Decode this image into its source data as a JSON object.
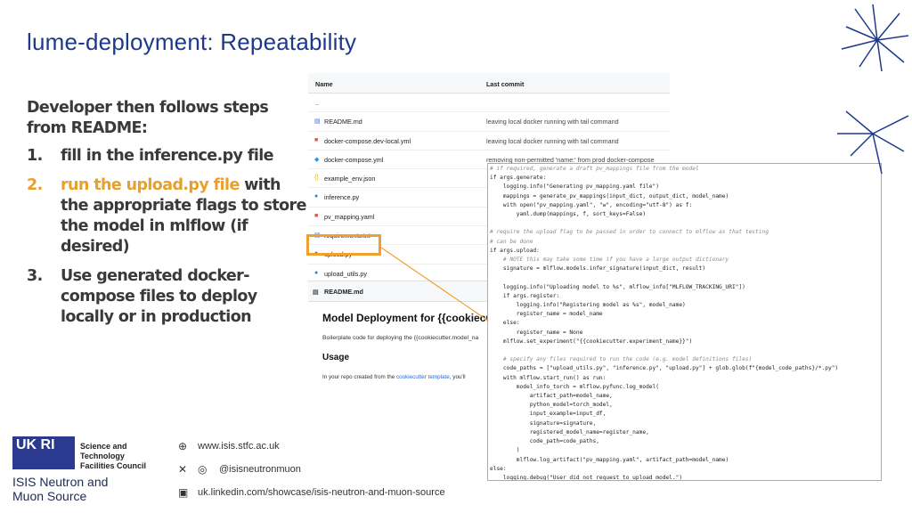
{
  "title": "lume-deployment: Repeatability",
  "intro": "Developer then follows steps from README:",
  "steps": [
    {
      "num": "1.",
      "text": "fill in the inference.py file"
    },
    {
      "num": "2.",
      "highlight": "run the upload.py file",
      "rest": " with the appropriate flags to store the model in mlflow (if desired)"
    },
    {
      "num": "3.",
      "text": "Use generated docker-compose files to deploy locally or in production"
    }
  ],
  "repo": {
    "header_name": "Name",
    "header_commit": "Last commit",
    "dots": "..",
    "rows": [
      {
        "name": "README.md",
        "msg": "leaving local docker running with tail command"
      },
      {
        "name": "docker-compose.dev-local.yml",
        "msg": "leaving local docker running with tail command"
      },
      {
        "name": "docker-compose.yml",
        "msg": "removing non-permitted 'name:' from prod docker-compose"
      },
      {
        "name": "example_env.json",
        "msg": ""
      },
      {
        "name": "inference.py",
        "msg": ""
      },
      {
        "name": "pv_mapping.yaml",
        "msg": ""
      },
      {
        "name": "requirements.txt",
        "msg": ""
      },
      {
        "name": "upload.py",
        "msg": ""
      },
      {
        "name": "upload_utils.py",
        "msg": ""
      }
    ],
    "readme_label": "README.md",
    "readme_title": "Model Deployment for {{cookiecutter",
    "readme_text": "Boilerplate code for deploying the {{cookiecutter.model_na",
    "usage": "Usage",
    "usage_text_pre": "In your repo created from the ",
    "usage_link": "cookiecutter template",
    "usage_text_post": ", you'll"
  },
  "code_lines": [
    {
      "t": "# if required, generate a draft pv_mappings file from the model",
      "c": "com"
    },
    {
      "t": "if args.generate:"
    },
    {
      "t": "    logging.info(\"Generating pv_mapping.yaml file\")"
    },
    {
      "t": "    mappings = generate_pv_mappings(input_dict, output_dict, model_name)"
    },
    {
      "t": "    with open(\"pv_mapping.yaml\", \"w\", encoding=\"utf-8\") as f:"
    },
    {
      "t": "        yaml.dump(mappings, f, sort_keys=False)"
    },
    {
      "t": ""
    },
    {
      "t": "# require the upload flag to be passed in order to connect to mlflow as that testing",
      "c": "com"
    },
    {
      "t": "# can be done",
      "c": "com"
    },
    {
      "t": "if args.upload:"
    },
    {
      "t": "    # NOTE this may take some time if you have a large output dictionary",
      "c": "com"
    },
    {
      "t": "    signature = mlflow.models.infer_signature(input_dict, result)"
    },
    {
      "t": ""
    },
    {
      "t": "    logging.info(\"Uploading model to %s\", mlflow_info[\"MLFLOW_TRACKING_URI\"])"
    },
    {
      "t": "    if args.register:"
    },
    {
      "t": "        logging.info(\"Registering model as %s\", model_name)"
    },
    {
      "t": "        register_name = model_name"
    },
    {
      "t": "    else:"
    },
    {
      "t": "        register_name = None"
    },
    {
      "t": "    mlflow.set_experiment(\"{{cookiecutter.experiment_name}}\")"
    },
    {
      "t": ""
    },
    {
      "t": "    # specify any files required to run the code (e.g. model definitions files)",
      "c": "com"
    },
    {
      "t": "    code_paths = [\"upload_utils.py\", \"inference.py\", \"upload.py\"] + glob.glob(f\"{model_code_paths}/*.py\")"
    },
    {
      "t": "    with mlflow.start_run() as run:"
    },
    {
      "t": "        model_info_torch = mlflow.pyfunc.log_model("
    },
    {
      "t": "            artifact_path=model_name,"
    },
    {
      "t": "            python_model=torch_model,"
    },
    {
      "t": "            input_example=input_df,"
    },
    {
      "t": "            signature=signature,"
    },
    {
      "t": "            registered_model_name=register_name,"
    },
    {
      "t": "            code_path=code_paths,"
    },
    {
      "t": "        )"
    },
    {
      "t": "        mlflow.log_artifact(\"pv_mapping.yaml\", artifact_path=model_name)"
    },
    {
      "t": "else:"
    },
    {
      "t": "    logging.debug(\"User did not request to upload model.\")"
    }
  ],
  "footer": {
    "ukri_logo": "UK RI",
    "council": "Science and Technology Facilities Council",
    "isis": "ISIS Neutron and Muon Source",
    "website": "www.isis.stfc.ac.uk",
    "social": "@isisneutronmuon",
    "linkedin": "uk.linkedin.com/showcase/isis-neutron-and-muon-source"
  },
  "colors": {
    "title": "#1d3a8a",
    "accent": "#e8a02b",
    "box": "#f0a030",
    "ukri": "#2b3a8f"
  }
}
